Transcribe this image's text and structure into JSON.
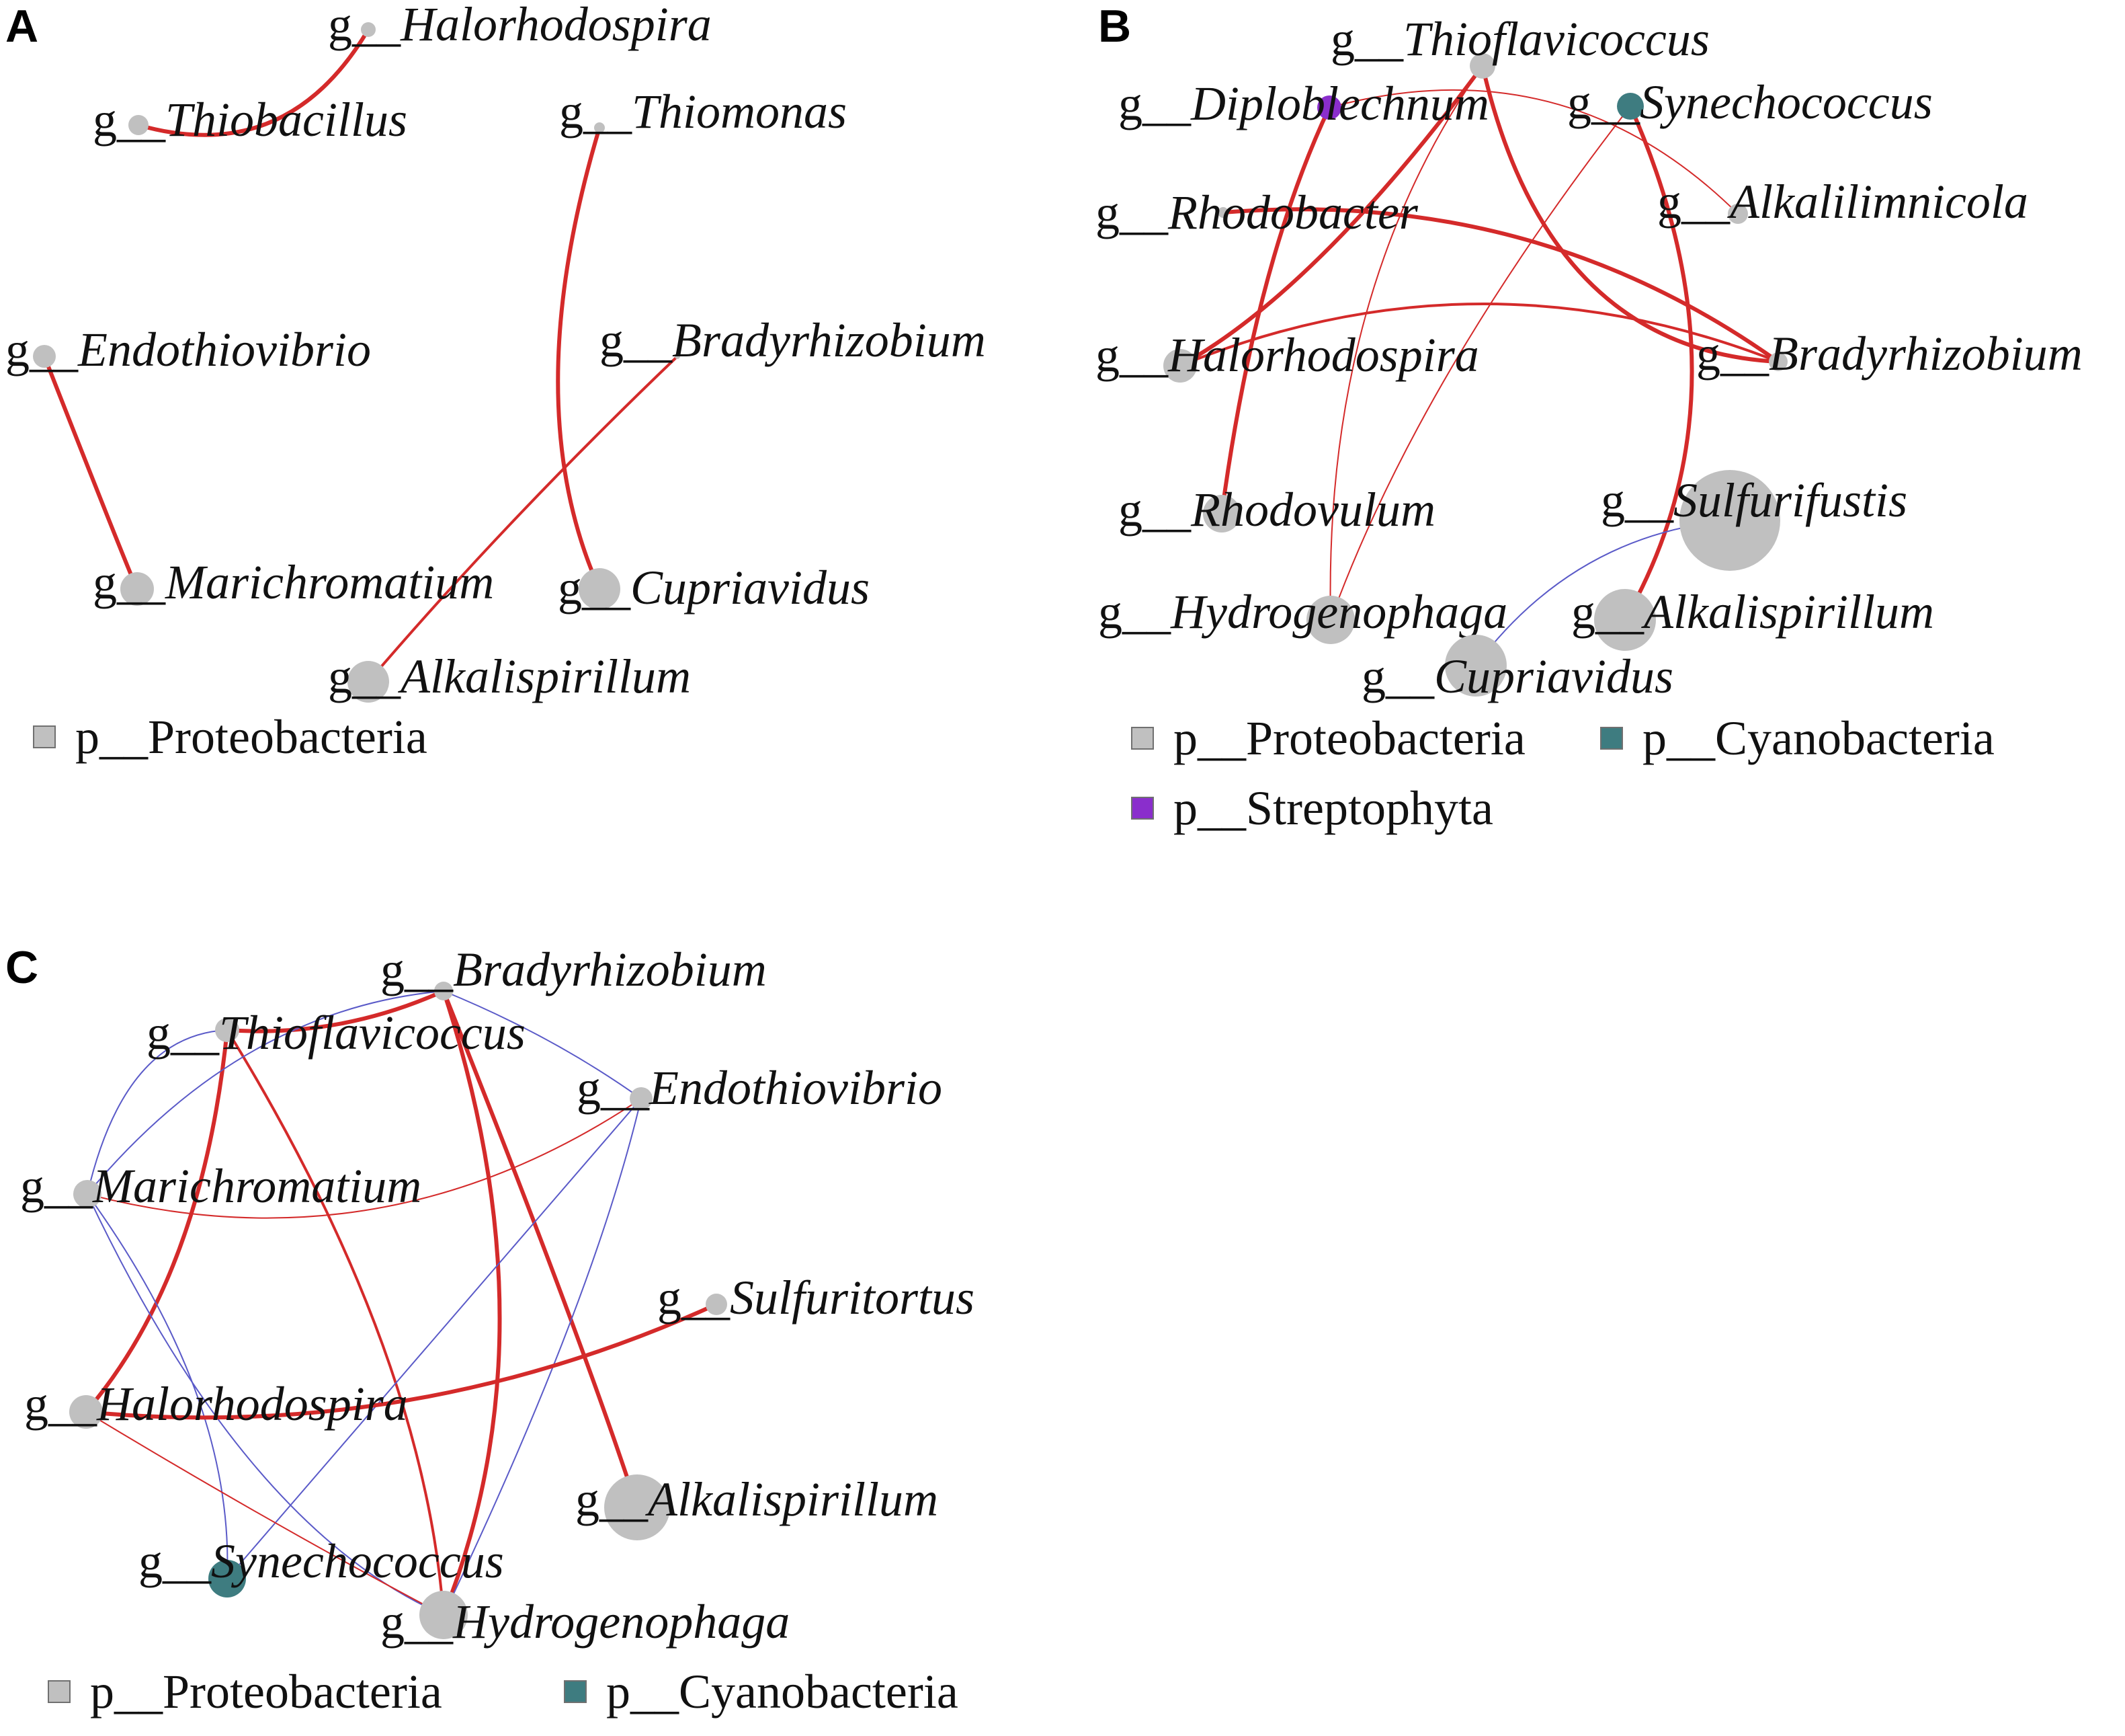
{
  "colors": {
    "positive_edge": "#d42a2a",
    "negative_edge": "#5a5ac8",
    "proteobacteria": "#c0c0c0",
    "cyanobacteria": "#3e7c80",
    "streptophyta": "#8a2ecc"
  },
  "panels": [
    {
      "id": "A",
      "letter": "A",
      "nodes": [
        {
          "id": "Halorhodospira",
          "prefix": "g__",
          "genus": "Halorhodospira",
          "phylum": "proteobacteria"
        },
        {
          "id": "Thiobacillus",
          "prefix": "g__",
          "genus": "Thiobacillus",
          "phylum": "proteobacteria"
        },
        {
          "id": "Thiomonas",
          "prefix": "g__",
          "genus": "Thiomonas",
          "phylum": "proteobacteria"
        },
        {
          "id": "Endothiovibrio",
          "prefix": "g__",
          "genus": "Endothiovibrio",
          "phylum": "proteobacteria"
        },
        {
          "id": "Bradyrhizobium",
          "prefix": "g__",
          "genus": "Bradyrhizobium",
          "phylum": "proteobacteria"
        },
        {
          "id": "Marichromatium",
          "prefix": "g__",
          "genus": "Marichromatium",
          "phylum": "proteobacteria"
        },
        {
          "id": "Cupriavidus",
          "prefix": "g__",
          "genus": "Cupriavidus",
          "phylum": "proteobacteria"
        },
        {
          "id": "Alkalispirillum",
          "prefix": "g__",
          "genus": "Alkalispirillum",
          "phylum": "proteobacteria"
        }
      ],
      "edges": [
        {
          "from": "Thiobacillus",
          "to": "Halorhodospira",
          "sign": "positive",
          "weight": "strong"
        },
        {
          "from": "Endothiovibrio",
          "to": "Marichromatium",
          "sign": "positive",
          "weight": "strong"
        },
        {
          "from": "Thiomonas",
          "to": "Cupriavidus",
          "sign": "positive",
          "weight": "strong"
        },
        {
          "from": "Bradyrhizobium",
          "to": "Alkalispirillum",
          "sign": "positive",
          "weight": "medium"
        }
      ],
      "legend": [
        {
          "label": "p__Proteobacteria",
          "phylum": "proteobacteria"
        }
      ]
    },
    {
      "id": "B",
      "letter": "B",
      "nodes": [
        {
          "id": "Thioflavicoccus",
          "prefix": "g__",
          "genus": "Thioflavicoccus",
          "phylum": "proteobacteria"
        },
        {
          "id": "Diploblechnum",
          "prefix": "g__",
          "genus": "Diploblechnum",
          "phylum": "streptophyta"
        },
        {
          "id": "Synechococcus",
          "prefix": "g__",
          "genus": "Synechococcus",
          "phylum": "cyanobacteria"
        },
        {
          "id": "Rhodobacter",
          "prefix": "g__",
          "genus": "Rhodobacter",
          "phylum": "proteobacteria"
        },
        {
          "id": "Alkalilimnicola",
          "prefix": "g__",
          "genus": "Alkalilimnicola",
          "phylum": "proteobacteria"
        },
        {
          "id": "Halorhodospira",
          "prefix": "g__",
          "genus": "Halorhodospira",
          "phylum": "proteobacteria"
        },
        {
          "id": "Bradyrhizobium",
          "prefix": "g__",
          "genus": "Bradyrhizobium",
          "phylum": "proteobacteria"
        },
        {
          "id": "Rhodovulum",
          "prefix": "g__",
          "genus": "Rhodovulum",
          "phylum": "proteobacteria"
        },
        {
          "id": "Sulfurifustis",
          "prefix": "g__",
          "genus": "Sulfurifustis",
          "phylum": "proteobacteria"
        },
        {
          "id": "Hydrogenophaga",
          "prefix": "g__",
          "genus": "Hydrogenophaga",
          "phylum": "proteobacteria"
        },
        {
          "id": "Alkalispirillum",
          "prefix": "g__",
          "genus": "Alkalispirillum",
          "phylum": "proteobacteria"
        },
        {
          "id": "Cupriavidus",
          "prefix": "g__",
          "genus": "Cupriavidus",
          "phylum": "proteobacteria"
        }
      ],
      "edges": [
        {
          "from": "Thioflavicoccus",
          "to": "Halorhodospira",
          "sign": "positive",
          "weight": "strong"
        },
        {
          "from": "Thioflavicoccus",
          "to": "Bradyrhizobium",
          "sign": "positive",
          "weight": "strong"
        },
        {
          "from": "Thioflavicoccus",
          "to": "Hydrogenophaga",
          "sign": "positive",
          "weight": "thin"
        },
        {
          "from": "Diploblechnum",
          "to": "Rhodovulum",
          "sign": "positive",
          "weight": "strong"
        },
        {
          "from": "Diploblechnum",
          "to": "Alkalilimnicola",
          "sign": "positive",
          "weight": "thin"
        },
        {
          "from": "Synechococcus",
          "to": "Alkalispirillum",
          "sign": "positive",
          "weight": "strong"
        },
        {
          "from": "Synechococcus",
          "to": "Hydrogenophaga",
          "sign": "positive",
          "weight": "thin"
        },
        {
          "from": "Rhodobacter",
          "to": "Bradyrhizobium",
          "sign": "positive",
          "weight": "strong"
        },
        {
          "from": "Halorhodospira",
          "to": "Bradyrhizobium",
          "sign": "positive",
          "weight": "medium"
        },
        {
          "from": "Sulfurifustis",
          "to": "Cupriavidus",
          "sign": "negative",
          "weight": "thin"
        }
      ],
      "legend": [
        {
          "label": "p__Proteobacteria",
          "phylum": "proteobacteria"
        },
        {
          "label": "p__Cyanobacteria",
          "phylum": "cyanobacteria"
        },
        {
          "label": "p__Streptophyta",
          "phylum": "streptophyta"
        }
      ]
    },
    {
      "id": "C",
      "letter": "C",
      "nodes": [
        {
          "id": "Bradyrhizobium",
          "prefix": "g__",
          "genus": "Bradyrhizobium",
          "phylum": "proteobacteria"
        },
        {
          "id": "Thioflavicoccus",
          "prefix": "g__",
          "genus": "Thioflavicoccus",
          "phylum": "proteobacteria"
        },
        {
          "id": "Endothiovibrio",
          "prefix": "g__",
          "genus": "Endothiovibrio",
          "phylum": "proteobacteria"
        },
        {
          "id": "Marichromatium",
          "prefix": "g__",
          "genus": "Marichromatium",
          "phylum": "proteobacteria"
        },
        {
          "id": "Sulfuritortus",
          "prefix": "g__",
          "genus": "Sulfuritortus",
          "phylum": "proteobacteria"
        },
        {
          "id": "Halorhodospira",
          "prefix": "g__",
          "genus": "Halorhodospira",
          "phylum": "proteobacteria"
        },
        {
          "id": "Alkalispirillum",
          "prefix": "g__",
          "genus": "Alkalispirillum",
          "phylum": "proteobacteria"
        },
        {
          "id": "Synechococcus",
          "prefix": "g__",
          "genus": "Synechococcus",
          "phylum": "cyanobacteria"
        },
        {
          "id": "Hydrogenophaga",
          "prefix": "g__",
          "genus": "Hydrogenophaga",
          "phylum": "proteobacteria"
        }
      ],
      "edges": [
        {
          "from": "Thioflavicoccus",
          "to": "Bradyrhizobium",
          "sign": "positive",
          "weight": "strong"
        },
        {
          "from": "Thioflavicoccus",
          "to": "Halorhodospira",
          "sign": "positive",
          "weight": "strong"
        },
        {
          "from": "Thioflavicoccus",
          "to": "Hydrogenophaga",
          "sign": "positive",
          "weight": "medium"
        },
        {
          "from": "Thioflavicoccus",
          "to": "Marichromatium",
          "sign": "negative",
          "weight": "thin"
        },
        {
          "from": "Bradyrhizobium",
          "to": "Marichromatium",
          "sign": "negative",
          "weight": "thin"
        },
        {
          "from": "Bradyrhizobium",
          "to": "Endothiovibrio",
          "sign": "negative",
          "weight": "thin"
        },
        {
          "from": "Bradyrhizobium",
          "to": "Alkalispirillum",
          "sign": "positive",
          "weight": "strong"
        },
        {
          "from": "Bradyrhizobium",
          "to": "Hydrogenophaga",
          "sign": "positive",
          "weight": "strong"
        },
        {
          "from": "Endothiovibrio",
          "to": "Marichromatium",
          "sign": "positive",
          "weight": "thin"
        },
        {
          "from": "Endothiovibrio",
          "to": "Synechococcus",
          "sign": "negative",
          "weight": "thin"
        },
        {
          "from": "Endothiovibrio",
          "to": "Hydrogenophaga",
          "sign": "negative",
          "weight": "thin"
        },
        {
          "from": "Marichromatium",
          "to": "Synechococcus",
          "sign": "negative",
          "weight": "thin"
        },
        {
          "from": "Marichromatium",
          "to": "Hydrogenophaga",
          "sign": "negative",
          "weight": "thin"
        },
        {
          "from": "Halorhodospira",
          "to": "Sulfuritortus",
          "sign": "positive",
          "weight": "strong"
        },
        {
          "from": "Halorhodospira",
          "to": "Hydrogenophaga",
          "sign": "positive",
          "weight": "thin"
        }
      ],
      "legend": [
        {
          "label": "p__Proteobacteria",
          "phylum": "proteobacteria"
        },
        {
          "label": "p__Cyanobacteria",
          "phylum": "cyanobacteria"
        }
      ]
    }
  ]
}
